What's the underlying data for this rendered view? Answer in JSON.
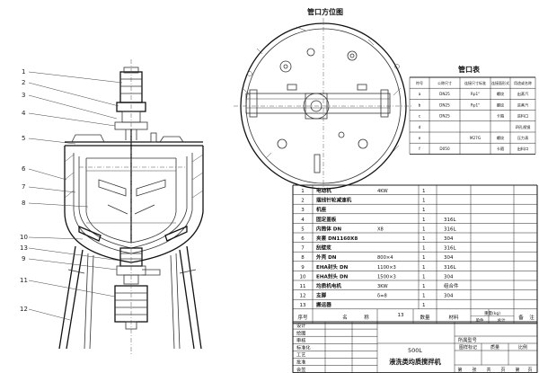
{
  "orientation_title": "管口方位图",
  "nozzle_table": {
    "title": "管口表",
    "columns": [
      "符号",
      "公称尺寸",
      "连接尺寸标准",
      "连接面形式",
      "用途或名称"
    ],
    "rows": [
      [
        "a",
        "DN25",
        "Rp1\"",
        "螺纹",
        "出蒸汽"
      ],
      [
        "b",
        "DN25",
        "Rp1\"",
        "螺纹",
        "进蒸汽"
      ],
      [
        "c",
        "DN25",
        "",
        "卡箍",
        "进料口"
      ],
      [
        "d",
        "",
        "",
        "",
        "四孔视镜"
      ],
      [
        "e",
        "",
        "M27G",
        "螺纹",
        "压力表"
      ],
      [
        "f",
        "D050",
        "",
        "卡箍",
        "出料口"
      ]
    ]
  },
  "leader_numbers": [
    "1",
    "2",
    "3",
    "4",
    "5",
    "6",
    "7",
    "8",
    "10",
    "13",
    "9",
    "11",
    "12"
  ],
  "bom": {
    "rows": [
      {
        "no": "1",
        "name": "电动机",
        "spec": "4KW",
        "qty": "1",
        "mat": ""
      },
      {
        "no": "2",
        "name": "摆线针轮减速机",
        "spec": "",
        "qty": "1",
        "mat": ""
      },
      {
        "no": "3",
        "name": "机座",
        "spec": "",
        "qty": "1",
        "mat": ""
      },
      {
        "no": "4",
        "name": "固定盖板",
        "spec": "",
        "qty": "1",
        "mat": "316L"
      },
      {
        "no": "5",
        "name": "内筒体 DN",
        "spec": "X8",
        "qty": "1",
        "mat": "316L"
      },
      {
        "no": "6",
        "name": "夹套 DN1160X8",
        "spec": "",
        "qty": "1",
        "mat": "304"
      },
      {
        "no": "7",
        "name": "刮壁浆",
        "spec": "",
        "qty": "1",
        "mat": "316L"
      },
      {
        "no": "8",
        "name": "外壳 DN",
        "spec": "800×4",
        "qty": "1",
        "mat": "304"
      },
      {
        "no": "9",
        "name": "EHA封头 DN",
        "spec": "1100×3",
        "qty": "1",
        "mat": "316L"
      },
      {
        "no": "10",
        "name": "EHA封头 DN",
        "spec": "1500×3",
        "qty": "1",
        "mat": "304"
      },
      {
        "no": "11",
        "name": "均质机电机",
        "spec": "3KW",
        "qty": "1",
        "mat": "组合件"
      },
      {
        "no": "12",
        "name": "支脚",
        "spec": "δ=8",
        "qty": "1",
        "mat": "304"
      },
      {
        "no": "13",
        "name": "搬运器",
        "spec": "",
        "qty": "1",
        "mat": ""
      }
    ],
    "header": [
      "序号",
      "名",
      "称",
      "13",
      "数量",
      "材料",
      "单件",
      "总计",
      "备",
      "注"
    ],
    "weight_sub": [
      "重量",
      "(kg)"
    ]
  },
  "title_block": {
    "left_labels": [
      "设计",
      "绘图",
      "审核",
      "标准化",
      "工艺",
      "批准",
      "会签"
    ],
    "capacity": "500L",
    "name": "液洗类均质搅拌机",
    "right_top": "所属型号",
    "right_mid": [
      "图样标记",
      "质量",
      "比例"
    ],
    "right_bottom": [
      "第",
      "张",
      "共",
      "页",
      "第",
      "页"
    ]
  }
}
